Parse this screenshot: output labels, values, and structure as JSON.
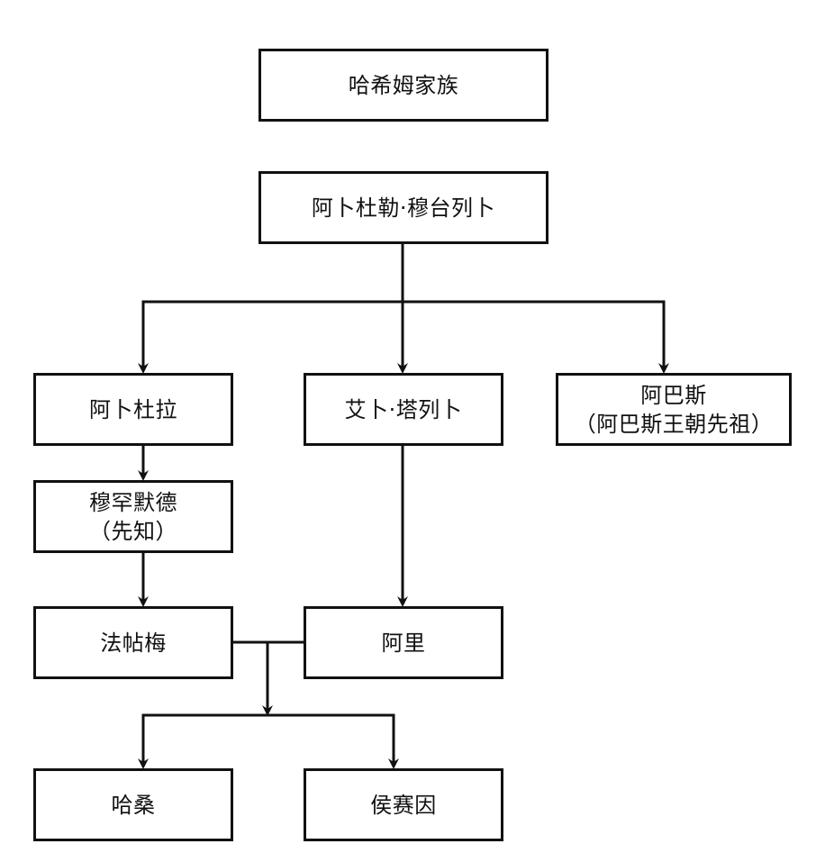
{
  "nodes": {
    "hashim": {
      "line1": "哈希姆家族"
    },
    "abdulmuttalib": {
      "line1": "阿卜杜勒·穆台列卜"
    },
    "abdullah": {
      "line1": "阿卜杜拉"
    },
    "abutalib": {
      "line1": "艾卜·塔列卜"
    },
    "abbas": {
      "line1": "阿巴斯",
      "line2": "（阿巴斯王朝先祖）"
    },
    "muhammad": {
      "line1": "穆罕默德",
      "line2": "（先知）"
    },
    "fatima": {
      "line1": "法帖梅"
    },
    "ali": {
      "line1": "阿里"
    },
    "hasan": {
      "line1": "哈桑"
    },
    "husayn": {
      "line1": "侯赛因"
    }
  },
  "colors": {
    "line": "#111111",
    "box_fill": "#ffffff",
    "background": "#ffffff"
  }
}
